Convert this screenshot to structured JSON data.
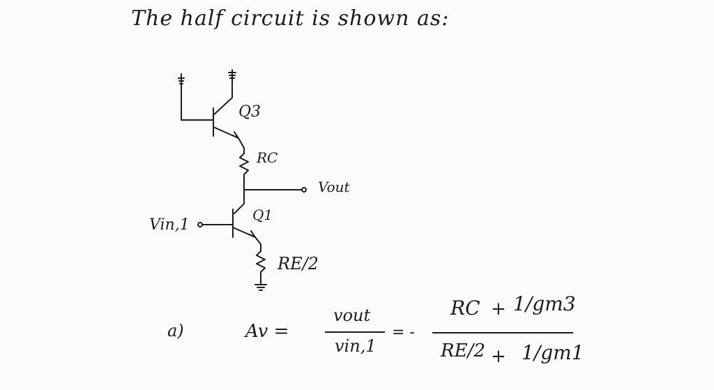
{
  "title": "The half circuit is shown as:",
  "circuit": {
    "transistor_top": "Q3",
    "transistor_bottom": "Q1",
    "collector_resistor": "RC",
    "emitter_resistor": "RE/2",
    "output_label": "Vout",
    "input_label": "Vin,1"
  },
  "equation": {
    "part_label": "a)",
    "lhs": "Av =",
    "ratio_num": "vout",
    "ratio_den": "vin,1",
    "equals_minus": "= -",
    "num_term1": "RC",
    "plus": "+",
    "num_term2": "1/gm3",
    "den_term1": "RE/2",
    "den_term2": "1/gm1"
  }
}
